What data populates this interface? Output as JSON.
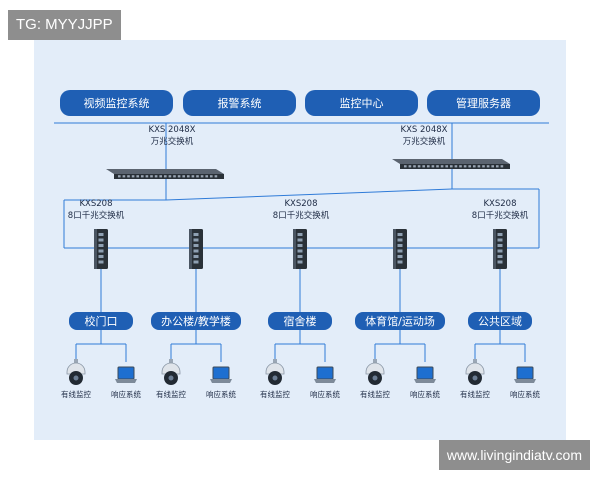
{
  "watermarks": {
    "top_left": "TG: MYYJJPP",
    "bottom_right": "www.livingindiatv.com"
  },
  "colors": {
    "panel_bg": "#e3edf9",
    "pill": "#1f5fb4",
    "line": "#2f7bd8",
    "switch_body": "#2a3138"
  },
  "systems": [
    "视频监控系统",
    "报警系统",
    "监控中心",
    "管理服务器"
  ],
  "core_switches": [
    {
      "model": "KXS 2048X",
      "desc": "万兆交换机"
    },
    {
      "model": "KXS 2048X",
      "desc": "万兆交换机"
    }
  ],
  "access_switch_labels": [
    {
      "model": "KXS208",
      "desc": "8口千兆交换机"
    },
    {
      "model": "KXS208",
      "desc": "8口千兆交换机"
    },
    {
      "model": "KXS208",
      "desc": "8口千兆交换机"
    }
  ],
  "locations": [
    "校门口",
    "办公楼/教学楼",
    "宿舍楼",
    "体育馆/运动场",
    "公共区域"
  ],
  "devices": {
    "camera_label": "有线监控",
    "terminal_label": "响应系统"
  }
}
